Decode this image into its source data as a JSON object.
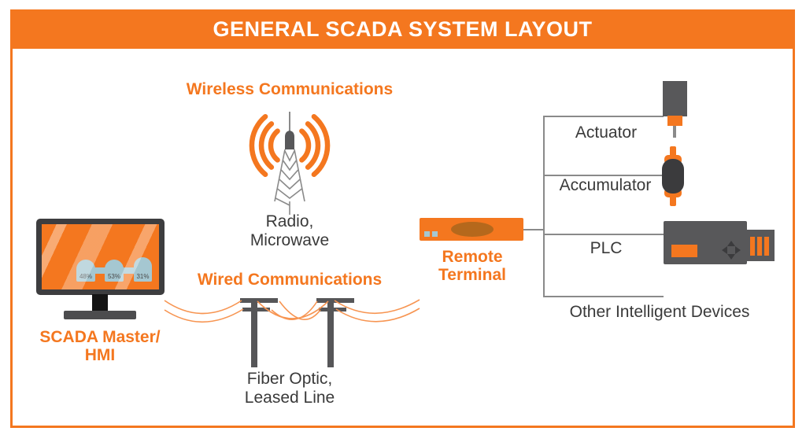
{
  "header": {
    "title": "GENERAL SCADA SYSTEM LAYOUT"
  },
  "scada_master": {
    "label": [
      "SCADA Master/",
      "HMI"
    ],
    "tank_values": [
      "48%",
      "53%",
      "31%"
    ]
  },
  "wireless": {
    "title": "Wireless Communications",
    "caption": [
      "Radio,",
      "Microwave"
    ]
  },
  "wired": {
    "title": "Wired Communications",
    "caption": [
      "Fiber Optic,",
      "Leased Line"
    ]
  },
  "remote_terminal": {
    "label": [
      "Remote",
      "Terminal"
    ]
  },
  "device_tree": {
    "branches": [
      "Actuator",
      "Accumulator",
      "PLC"
    ],
    "footer": "Other Intelligent Devices"
  },
  "colors": {
    "accent": "#F4771F",
    "wire": "#F79552",
    "device_gray": "#58585A",
    "dark_gray": "#3B3B3D",
    "text_dark": "#3A3A3A",
    "tank_blue": "#A5C7D1",
    "line_gray": "#8A8A8A"
  }
}
